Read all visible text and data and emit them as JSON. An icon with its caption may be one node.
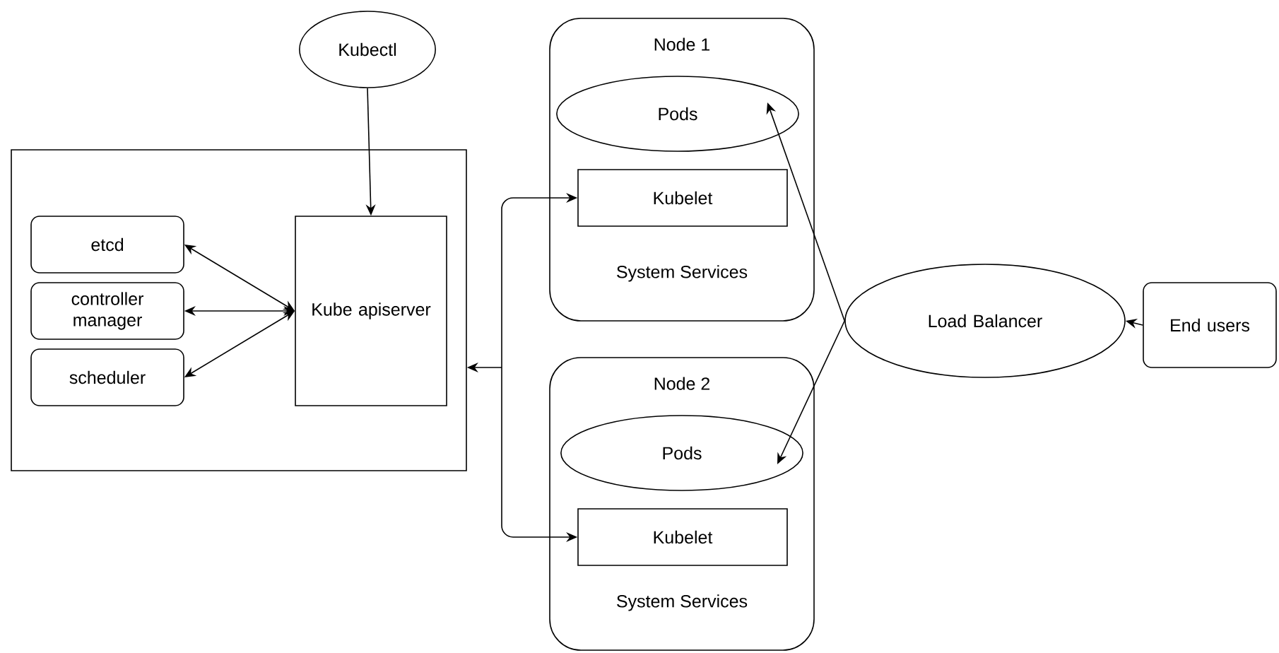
{
  "diagram": {
    "nodes": [
      {
        "text": [
          "Kubectl"
        ]
      },
      {
        "text": [],
        "shape": "box"
      },
      {
        "text": [
          "etcd"
        ],
        "in": 1
      },
      {
        "text": [
          "controller manager"
        ],
        "in": 1
      },
      {
        "text": [
          "scheduler"
        ],
        "in": 1
      },
      {
        "text": [
          "Kube apiserver"
        ],
        "in": 1
      },
      {
        "text": [
          "Node 1",
          "System Services"
        ]
      },
      {
        "text": [
          "Pods"
        ],
        "in": 6
      },
      {
        "text": [
          "Kubelet"
        ],
        "in": 6
      },
      {
        "text": [
          "Node 2",
          "System Services"
        ]
      },
      {
        "text": [
          "Pods"
        ],
        "in": 9
      },
      {
        "text": [
          "Kubelet"
        ],
        "in": 9
      },
      {
        "text": [
          "Load Balancer"
        ]
      },
      {
        "text": [
          "End users"
        ]
      }
    ],
    "edges": [
      {
        "from": 0,
        "to": 5,
        "arrow": "to"
      },
      {
        "from": 2,
        "to": 5,
        "arrow": "both"
      },
      {
        "from": 3,
        "to": 5,
        "arrow": "both"
      },
      {
        "from": 4,
        "to": 5,
        "arrow": "both"
      },
      {
        "from": 1,
        "to": 8,
        "arrow": "both"
      },
      {
        "from": 1,
        "to": 11,
        "arrow": "both"
      },
      {
        "from": 12,
        "to": 7,
        "arrow": "to"
      },
      {
        "from": 12,
        "to": 10,
        "arrow": "to"
      },
      {
        "from": 13,
        "to": 12,
        "arrow": "to"
      }
    ]
  }
}
